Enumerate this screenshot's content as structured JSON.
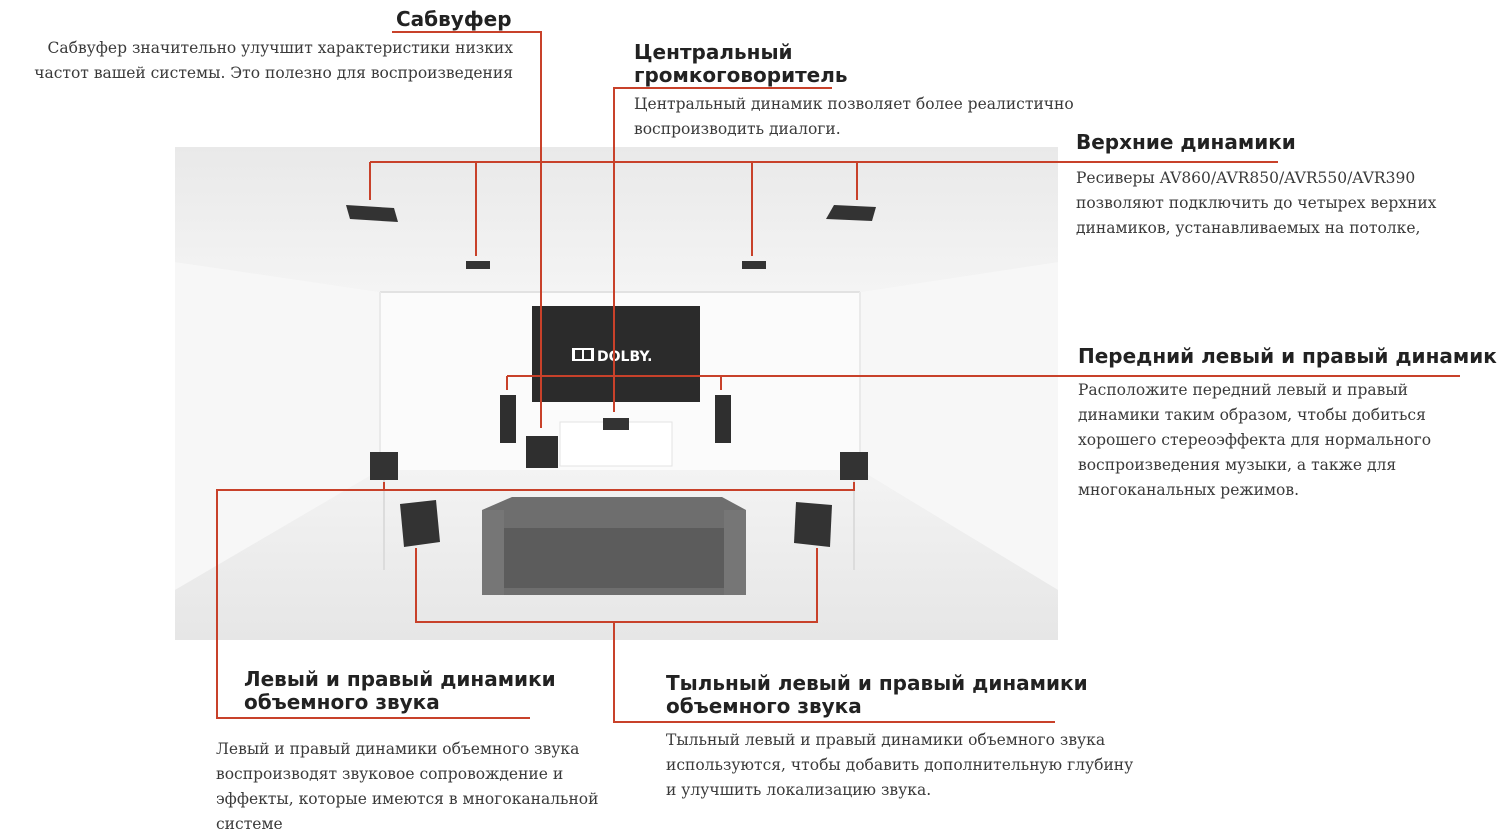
{
  "subwoofer": {
    "title": "Сабвуфер",
    "desc": "Сабвуфер значительно улучшит характеристики низких частот вашей системы. Это полезно для воспроизведения"
  },
  "center": {
    "title_l1": "Центральный",
    "title_l2": "громкоговоритель",
    "desc": "Центральный динамик позволяет более реалистично воспроизводить диалоги."
  },
  "top": {
    "title": "Верхние динамики",
    "desc": "Ресиверы AV860/AVR850/AVR550/AVR390 позволяют подключить до четырех верхних динамиков, устанавливаемых на потолке,"
  },
  "front": {
    "title": "Передний левый и правый динамик",
    "desc": "Расположите передний левый и правый динамики таким образом, чтобы добиться хорошего стереоэффекта для нормального воспроизведения музыки, а также для многоканальных режимов."
  },
  "surround": {
    "title_l1": "Левый и правый динамики",
    "title_l2": "объемного звука",
    "desc": "Левый и правый динамики объемного звука воспроизводят звуковое сопровождение и эффекты, которые имеются в многоканальной системе"
  },
  "rear": {
    "title_l1": "Тыльный левый и правый динамики",
    "title_l2": "объемного звука",
    "desc": "Тыльный левый и правый динамики объемного звука используются, чтобы добавить дополнительную глубину и улучшить локализацию звука."
  },
  "tv": {
    "logo_text": "DOLBY."
  },
  "colors": {
    "leader": "#c8412a",
    "room_bg": "#ececec",
    "speaker": "#2e2e2e"
  }
}
